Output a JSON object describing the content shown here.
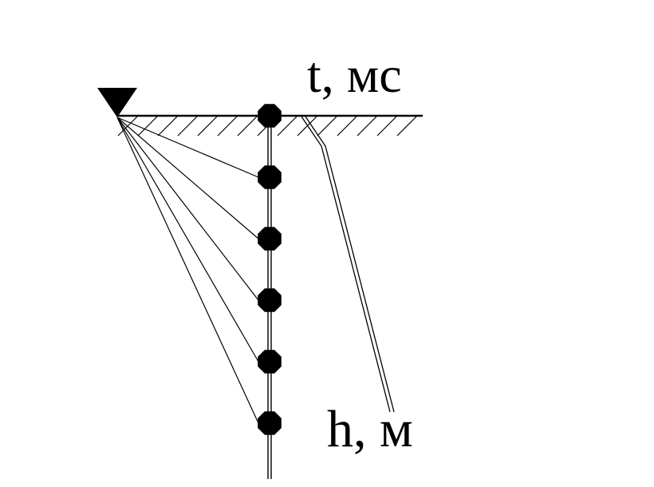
{
  "labels": {
    "time_axis": "t, мс",
    "depth_axis": "h, м"
  },
  "colors": {
    "ink": "#000000",
    "background": "#ffffff"
  },
  "icons": {
    "source": "triangle-source-icon",
    "receiver": "octagon-receiver-icon"
  },
  "receivers": {
    "count": 6
  }
}
